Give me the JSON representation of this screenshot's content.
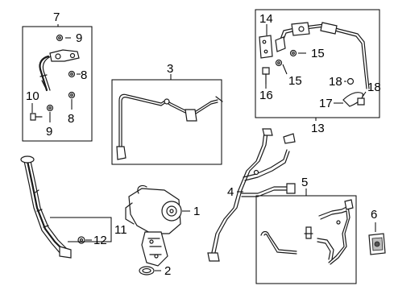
{
  "callouts": {
    "c1": "1",
    "c2": "2",
    "c3": "3",
    "c4": "4",
    "c5": "5",
    "c6": "6",
    "c7": "7",
    "c8a": "8",
    "c8b": "8",
    "c9a": "9",
    "c9b": "9",
    "c10": "10",
    "c11": "11",
    "c12": "12",
    "c13": "13",
    "c14": "14",
    "c15a": "15",
    "c15b": "15",
    "c16": "16",
    "c17": "17",
    "c18a": "18",
    "c18b": "18"
  }
}
